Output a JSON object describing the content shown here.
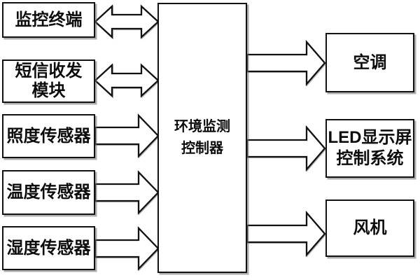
{
  "diagram": {
    "type": "block-diagram",
    "language": "zh-CN",
    "nodes": {
      "left": [
        {
          "id": "monitoring-terminal",
          "lines": [
            "监控终端"
          ]
        },
        {
          "id": "sms-transceiver-module",
          "lines": [
            "短信收发",
            "模块"
          ]
        },
        {
          "id": "illuminance-sensor",
          "lines": [
            "照度传感器"
          ]
        },
        {
          "id": "temperature-sensor",
          "lines": [
            "温度传感器"
          ]
        },
        {
          "id": "humidity-sensor",
          "lines": [
            "湿度传感器"
          ]
        }
      ],
      "center": {
        "id": "environment-monitoring-controller",
        "lines": [
          "环境监测",
          "控制器"
        ]
      },
      "right": [
        {
          "id": "air-conditioner",
          "lines": [
            "空调"
          ]
        },
        {
          "id": "led-display-control-system",
          "lines": [
            "LED显示屏",
            "控制系统"
          ]
        },
        {
          "id": "fan",
          "lines": [
            "风机"
          ]
        }
      ]
    },
    "connections": [
      {
        "from": "monitoring-terminal",
        "to": "environment-monitoring-controller",
        "direction": "bidirectional"
      },
      {
        "from": "sms-transceiver-module",
        "to": "environment-monitoring-controller",
        "direction": "bidirectional"
      },
      {
        "from": "illuminance-sensor",
        "to": "environment-monitoring-controller",
        "direction": "one-way"
      },
      {
        "from": "temperature-sensor",
        "to": "environment-monitoring-controller",
        "direction": "one-way"
      },
      {
        "from": "humidity-sensor",
        "to": "environment-monitoring-controller",
        "direction": "one-way"
      },
      {
        "from": "environment-monitoring-controller",
        "to": "air-conditioner",
        "direction": "one-way"
      },
      {
        "from": "environment-monitoring-controller",
        "to": "led-display-control-system",
        "direction": "one-way"
      },
      {
        "from": "environment-monitoring-controller",
        "to": "fan",
        "direction": "one-way"
      }
    ],
    "colors": {
      "outline": "#121212",
      "node_fill": "#ffffff",
      "background": "#ffffff",
      "scan_shadow": "#696969"
    }
  }
}
